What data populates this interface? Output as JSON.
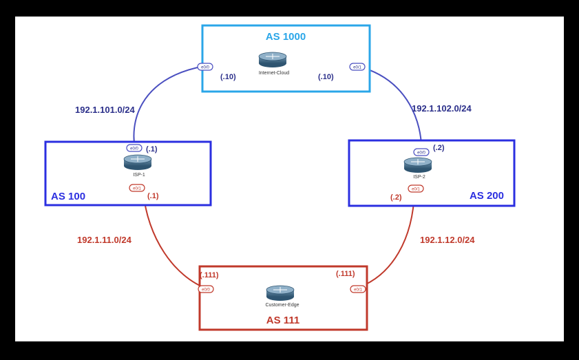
{
  "colors": {
    "frame": "#000000",
    "as1000": "#2aa6e8",
    "as100": "#2b2fe0",
    "as200": "#2b2fe0",
    "as111": "#c0392b",
    "blue_link": "#4a4fc0",
    "red_link": "#c0392b",
    "blue_text": "#2b2f8a",
    "red_text": "#c0392b"
  },
  "as_boxes": {
    "as1000": "AS 1000",
    "as100": "AS 100",
    "as200": "AS 200",
    "as111": "AS 111"
  },
  "routers": {
    "internet_cloud": {
      "name": "Internet-Cloud",
      "port_left": "e0/0",
      "port_right": "e0/1",
      "ip_left": "(.10)",
      "ip_right": "(.10)"
    },
    "isp1": {
      "name": "ISP-1",
      "port_top": "e0/0",
      "port_bottom": "e0/1",
      "ip_top": "(.1)",
      "ip_bottom": "(.1)"
    },
    "isp2": {
      "name": "ISP-2",
      "port_top": "e0/0",
      "port_bottom": "e0/1",
      "ip_top": "(.2)",
      "ip_bottom": "(.2)"
    },
    "customer_edge": {
      "name": "Customer-Edge",
      "port_left": "e0/0",
      "port_right": "e0/1",
      "ip_left": "(.111)",
      "ip_right": "(.111)"
    }
  },
  "subnets": {
    "top_left": "192.1.101.0/24",
    "top_right": "192.1.102.0/24",
    "bottom_left": "192.1.11.0/24",
    "bottom_right": "192.1.12.0/24"
  }
}
